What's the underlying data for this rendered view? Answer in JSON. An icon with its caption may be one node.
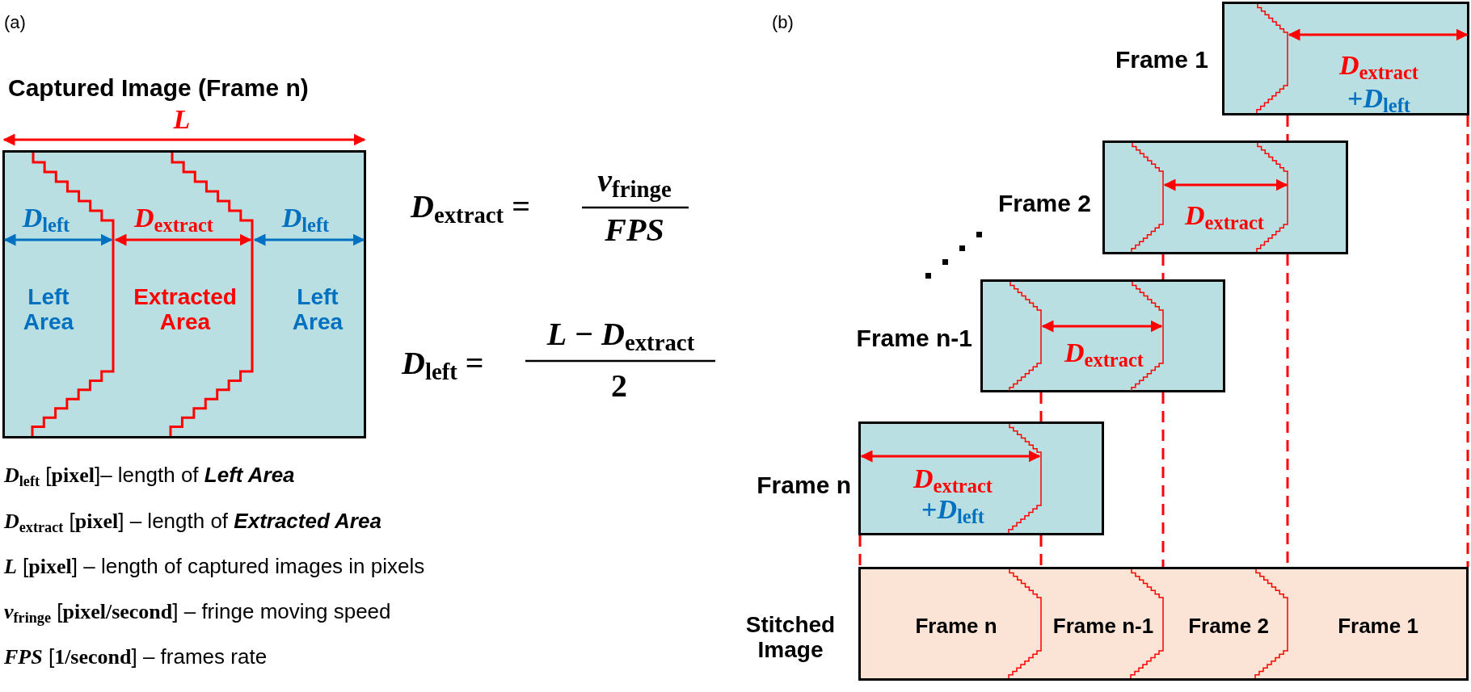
{
  "diagram": {
    "nodes": [
      {
        "text": [
          "Captured Image (Frame n)",
          "Left Area",
          "Extracted Area",
          "Left Area"
        ]
      },
      {
        "text": [
          "Frame 1",
          "*D*$_{extract}$",
          "+*D*$_{left}$"
        ]
      },
      {
        "text": [
          "Frame 2",
          "*D*$_{extract}$"
        ]
      },
      {
        "text": [
          "Frame n-1",
          "*D*$_{extract}$"
        ]
      },
      {
        "text": [
          "Frame n",
          "*D*$_{extract}$",
          "+*D*$_{left}$"
        ]
      },
      {
        "text": [
          "Stitched Image",
          "Frame n",
          "Frame n-1",
          "Frame 2",
          "Frame 1"
        ]
      }
    ],
    "edges": [
      {
        "from": 1,
        "to": 2,
        "arrow": "none",
        "style": "dashed"
      },
      {
        "from": 1,
        "to": 5,
        "arrow": "none",
        "style": "dashed"
      },
      {
        "from": 2,
        "to": 5,
        "arrow": "none",
        "style": "dashed"
      },
      {
        "from": 2,
        "to": 3,
        "arrow": "none",
        "style": "dashed"
      },
      {
        "from": 3,
        "to": 5,
        "arrow": "none",
        "style": "dashed"
      },
      {
        "from": 3,
        "to": 4,
        "arrow": "none",
        "style": "dashed"
      },
      {
        "from": 4,
        "to": 5,
        "arrow": "none",
        "style": "dashed"
      },
      {
        "from": 4,
        "to": 5,
        "arrow": "none",
        "style": "dashed"
      }
    ],
    "labels": [
      "(a)",
      "L",
      "*D*$_{left}$",
      "*D*$_{extract}$",
      "*D*$_{left}$",
      "*D*$_{extract}$ =",
      "*v*$_{fringe}$",
      "FPS",
      "*D*$_{left}$ =",
      "*L* − *D*$_{extract}$",
      "2",
      "*D*$_{left}$ [**pixel**]– length of *Left Area*",
      "*D*$_{extract}$ [**pixel**] – length of *Extracted Area*",
      "*L* [**pixel**] – length of captured images in pixels",
      "*v*$_{fringe}$ [**pixel/second**] – fringe moving speed",
      "*FPS* [**1/second**] – frames rate",
      "(b)"
    ]
  }
}
